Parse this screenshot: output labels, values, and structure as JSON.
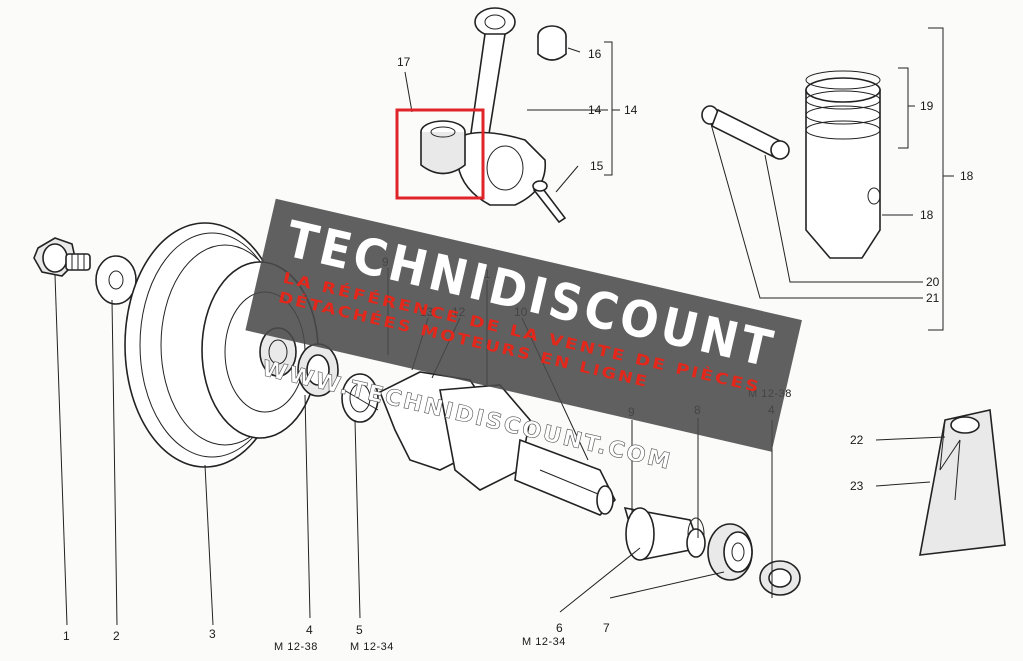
{
  "diagram": {
    "callouts": [
      {
        "id": "c1",
        "text": "1"
      },
      {
        "id": "c2",
        "text": "2"
      },
      {
        "id": "c3",
        "text": "3"
      },
      {
        "id": "c4a",
        "text": "4"
      },
      {
        "id": "c5",
        "text": "5"
      },
      {
        "id": "c6",
        "text": "6"
      },
      {
        "id": "c7",
        "text": "7"
      },
      {
        "id": "c4b",
        "text": "4"
      },
      {
        "id": "c8",
        "text": "8"
      },
      {
        "id": "c9a",
        "text": "9"
      },
      {
        "id": "c9b",
        "text": "9"
      },
      {
        "id": "c10",
        "text": "10"
      },
      {
        "id": "c11",
        "text": "11"
      },
      {
        "id": "c12",
        "text": "12"
      },
      {
        "id": "c13",
        "text": "13"
      },
      {
        "id": "c14a",
        "text": "14"
      },
      {
        "id": "c14b",
        "text": "14"
      },
      {
        "id": "c15",
        "text": "15"
      },
      {
        "id": "c16",
        "text": "16"
      },
      {
        "id": "c17",
        "text": "17"
      },
      {
        "id": "c18a",
        "text": "18"
      },
      {
        "id": "c18b",
        "text": "18"
      },
      {
        "id": "c19",
        "text": "19"
      },
      {
        "id": "c20",
        "text": "20"
      },
      {
        "id": "c21",
        "text": "21"
      },
      {
        "id": "c22",
        "text": "22"
      },
      {
        "id": "c23",
        "text": "23"
      }
    ],
    "specs": [
      {
        "id": "s4",
        "text": "M 12-38"
      },
      {
        "id": "s5",
        "text": "M 12-34"
      },
      {
        "id": "s6",
        "text": "M 12-34"
      },
      {
        "id": "s4b",
        "text": "M 12-38"
      }
    ],
    "highlight_color": "#e0242a"
  },
  "watermark": {
    "brand": "TECHNIDISCOUNT",
    "tagline_1": "LA RÉFÉRENCE DE LA VENTE DE PIÈCES",
    "tagline_2": "DÉTACHÉES MOTEURS EN LIGNE",
    "url": "WWW.TECHNIDISCOUNT.COM",
    "brand_color": "#ffffff",
    "tagline_color": "#e4271b",
    "banner_color": "#4a4a4a"
  }
}
